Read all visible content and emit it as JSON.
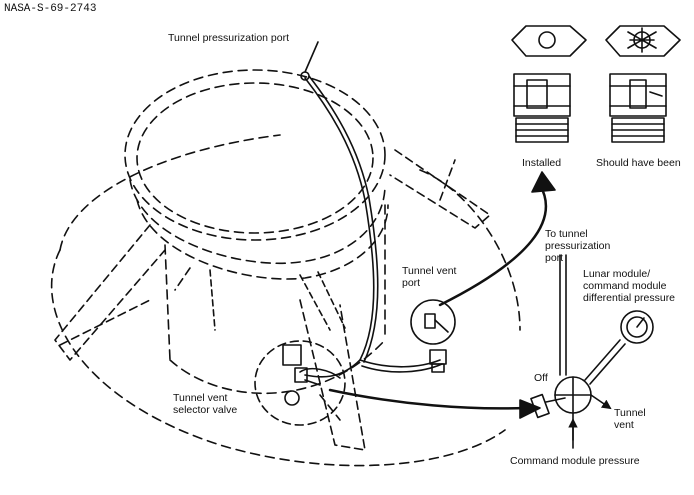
{
  "figure_id": "NASA-S-69-2743",
  "labels": {
    "tunnel_pressurization_port": "Tunnel pressurization port",
    "installed": "Installed",
    "should_have_been": "Should have been",
    "to_tunnel_pressurization_port": "To tunnel\npressurization\nport",
    "tunnel_vent_port": "Tunnel vent\nport",
    "lm_cm_differential_pressure": "Lunar module/\ncommand module\ndifferential pressure",
    "tunnel_vent_selector_valve": "Tunnel vent\nselector valve",
    "off": "Off",
    "tunnel_vent": "Tunnel\nvent",
    "command_module_pressure": "Command module pressure"
  },
  "colors": {
    "ink": "#111111",
    "paper": "#ffffff"
  }
}
